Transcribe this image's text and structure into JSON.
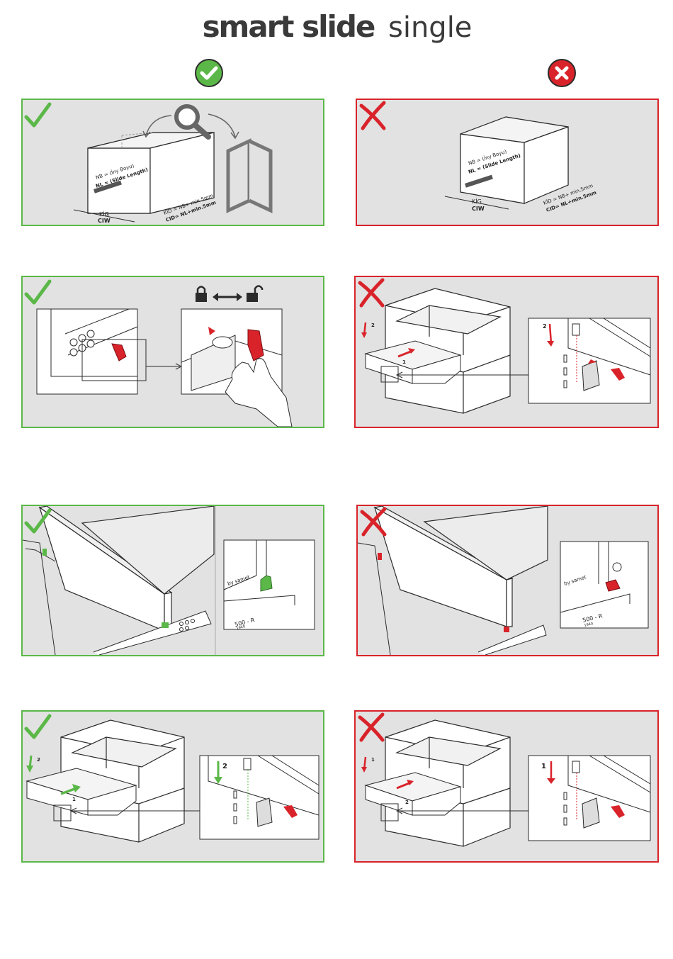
{
  "header": {
    "brand": "smart slide",
    "variant": "single"
  },
  "colors": {
    "good": "#5bb848",
    "bad": "#d9232a",
    "panel_bg": "#e2e2e2",
    "line": "#2b2b2b"
  },
  "columns": {
    "left_badge_icon": "check-circle-icon",
    "right_badge_icon": "x-circle-icon"
  },
  "panels": {
    "measure": {
      "nb": "NB = (İny Boyu)",
      "nl": "NL = (Slide Length)",
      "kig": "KİG",
      "ciw": "CIW",
      "kid": "KİD = NB+ min.5mm",
      "cid": "CID= NL+min.5mm"
    },
    "lock": {
      "lock_icon": "padlock-closed-icon",
      "unlock_icon": "padlock-open-icon"
    },
    "step_labels": {
      "one": "1",
      "two": "2"
    },
    "slide": {
      "logo": "by samet",
      "model": "500 - R",
      "size": "1940"
    }
  }
}
